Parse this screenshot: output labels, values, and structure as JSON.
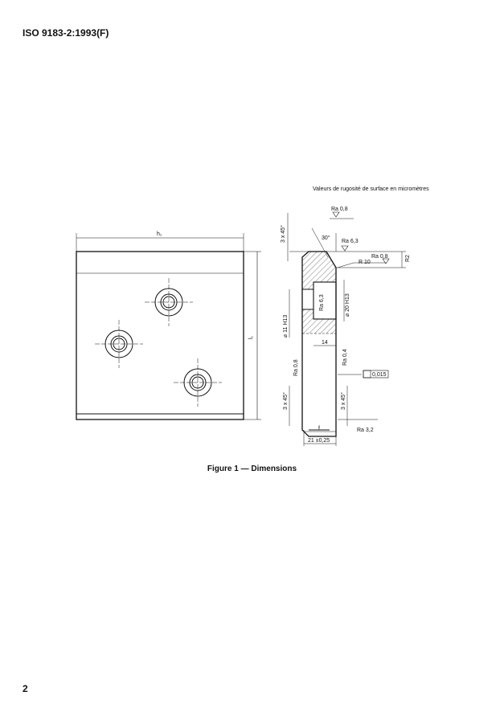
{
  "header": {
    "standard": "ISO 9183-2:1993(F)"
  },
  "figure": {
    "note": "Valeurs de rugosité de surface en micromètres",
    "caption": "Figure 1 — Dimensions",
    "labels": {
      "h1": "h₁",
      "l1": "l₁",
      "chamfer_top": "3 x 45°",
      "angle": "30°",
      "ra_top": "Ra 0,8",
      "ra_face": "Ra 6,3",
      "ra_right": "Ra 0,8",
      "r10": "R 10",
      "r2": "R2",
      "ra_hole": "Ra 6,3",
      "d20": "⌀ 20 H13",
      "d11": "⌀ 11 H13",
      "dim14": "14",
      "ra_left": "Ra 0,8",
      "ra_right_face": "Ra 0,4",
      "flatness": "0,015",
      "chamfer_left": "3 x 45°",
      "chamfer_right": "3 x 45°",
      "ra_bottom": "Ra 3,2",
      "f": "f",
      "width": "21 ±0,25"
    }
  },
  "footer": {
    "page": "2"
  }
}
